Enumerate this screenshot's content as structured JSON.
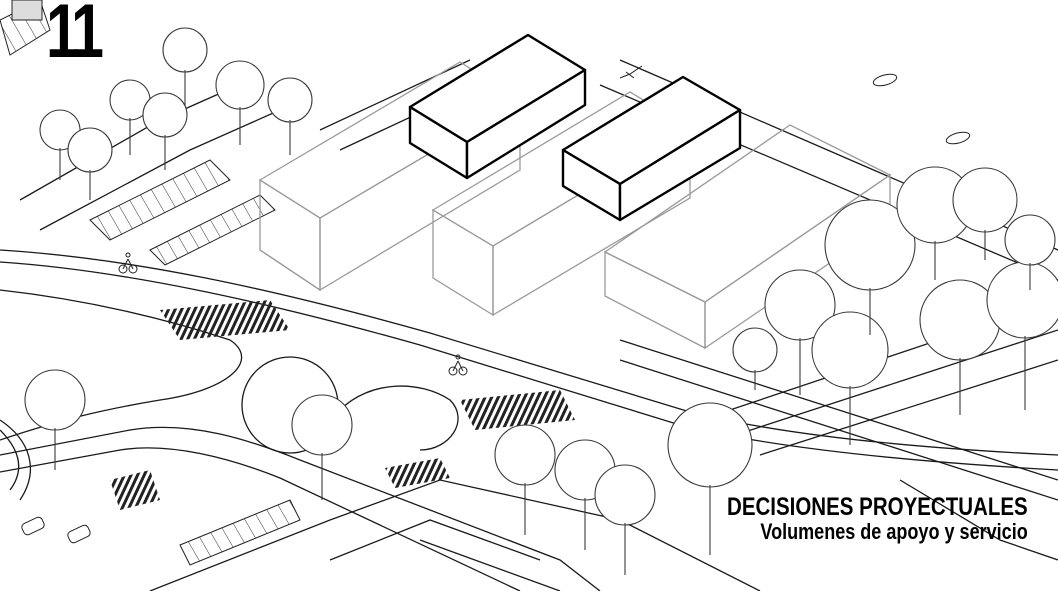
{
  "sheet": {
    "number": "11",
    "title": "DECISIONES PROYECTUALES",
    "subtitle": "Volumenes de apoyo y servicio"
  },
  "colors": {
    "line": "#1a1a1a",
    "light_line": "#9a9a9a",
    "highlight": "#000000",
    "background": "#ffffff"
  }
}
